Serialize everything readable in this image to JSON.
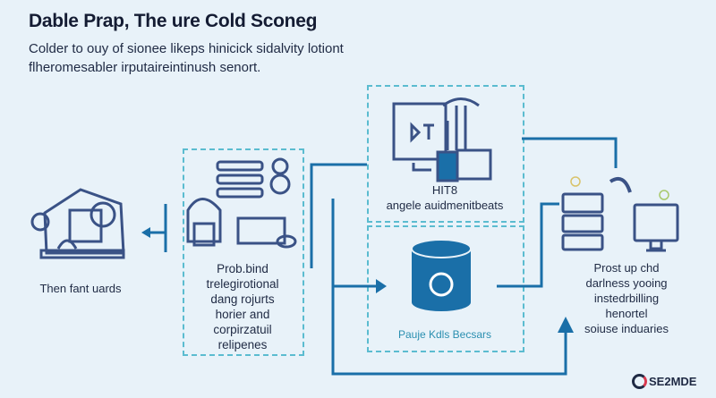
{
  "header": {
    "title": "Dable Prap, The ure Cold Sconeg",
    "subtitle_lines": [
      "Colder to ouy of sionee likeps hinicick sidalvity lotiont",
      "flheromesabler irputaireintinush senort."
    ]
  },
  "nodes": {
    "left": {
      "label": "Then fant uards",
      "icon": "house-workstation-icon"
    },
    "middle": {
      "lines": [
        "Prob.bind",
        "trelegirotional",
        "dang rojurts",
        "horier and",
        "corpirzatuil",
        "relipenes"
      ],
      "icon": "robot-server-icon"
    },
    "top": {
      "lines": [
        "HIT8",
        "angele auidmenitbeats"
      ],
      "icon": "presentation-screen-icon"
    },
    "bottom": {
      "label": "Pauje Kdls Becsars",
      "icon": "database-cylinder-icon"
    },
    "right": {
      "lines": [
        "Prost up chd",
        "darlness yooing",
        "instedrbilling",
        "henortel",
        "soiuse induaries"
      ],
      "icon": "server-monitor-icon"
    }
  },
  "logo": {
    "text": "SE2MDE"
  },
  "colors": {
    "background": "#e8f2f9",
    "accent": "#1a6fa8",
    "dashed": "#5bbcd0",
    "icon": "#3a5286",
    "text": "#1f2a44"
  }
}
